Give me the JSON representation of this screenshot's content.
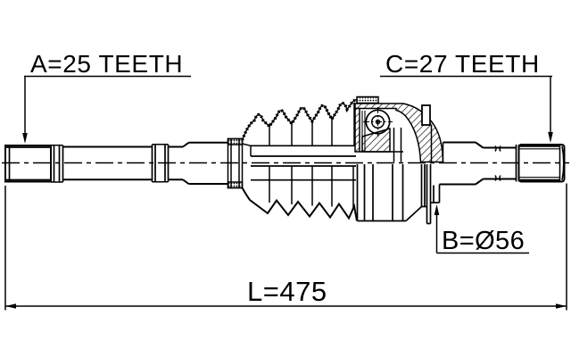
{
  "drawing": {
    "title": "CV axle drive shaft technical drawing",
    "background_color": "#ffffff",
    "line_color": "#000000",
    "labels": {
      "a": "A=25 TEETH",
      "c": "C=27 TEETH",
      "b": "B=Ø56",
      "l": "L=475"
    },
    "dimensions": {
      "a_teeth": 25,
      "c_teeth": 27,
      "b_diameter_mm": 56,
      "l_length_mm": 475
    }
  }
}
